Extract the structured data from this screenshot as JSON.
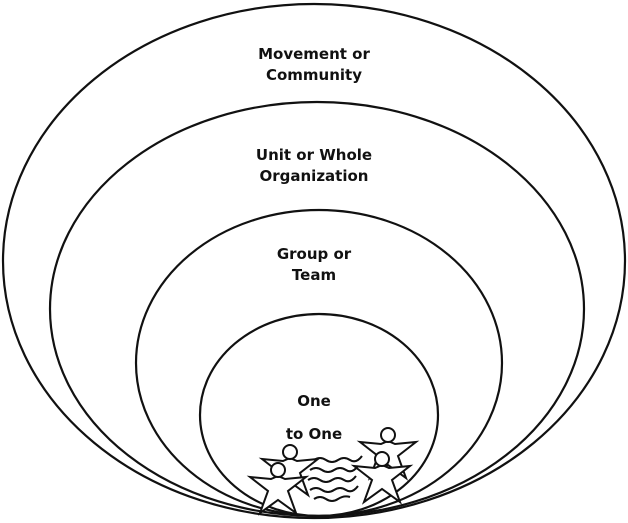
{
  "levels": [
    {
      "line1": "Movement or",
      "line2": "Community"
    },
    {
      "line1": "Unit or Whole",
      "line2": "Organization"
    },
    {
      "line1": "Group or",
      "line2": "Team"
    },
    {
      "line1": "One",
      "line2": "to One"
    }
  ],
  "colors": {
    "stroke": "#111111",
    "background": "#ffffff"
  }
}
